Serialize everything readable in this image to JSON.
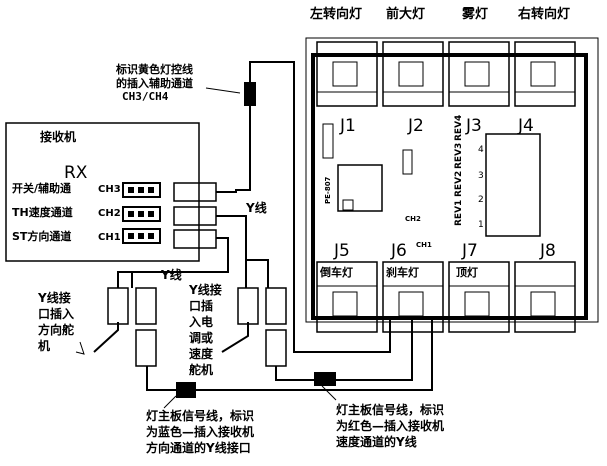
{
  "top_labels": [
    "左转向灯",
    "前大灯",
    "雾灯",
    "右转向灯"
  ],
  "annotation_ch34": [
    "标识黄色灯控线",
    "的插入辅助通道",
    "CH3/CH4"
  ],
  "receiver": {
    "title": "接收机",
    "rx": "RX",
    "channels": [
      {
        "label": "开关/辅助通",
        "ch": "CH3"
      },
      {
        "label": "TH速度通道",
        "ch": "CH2"
      },
      {
        "label": "ST方向通道",
        "ch": "CH1"
      }
    ]
  },
  "y_wire_label": "Y线",
  "y_wire_label_2": "Y线",
  "board": {
    "jacks_top": [
      "J1",
      "J2",
      "J3",
      "J4"
    ],
    "jacks_bottom": [
      "J5",
      "J6",
      "J7",
      "J8"
    ],
    "bottom_functions": [
      "倒车灯",
      "刹车灯",
      "顶灯"
    ],
    "chip_small": "PE-807",
    "ch2_mark": "CH2",
    "ch1_mark": "CH1",
    "rev_labels": [
      "REV1",
      "REV2",
      "REV3",
      "REV4"
    ],
    "dip_numbers": [
      "4",
      "3",
      "2",
      "1"
    ]
  },
  "left_note": [
    "Y线接",
    "口插入",
    "方向舵",
    "机"
  ],
  "center_note": [
    "Y线接",
    "口插",
    "入电",
    "调或",
    "速度",
    "舵机"
  ],
  "bottom_left_note": [
    "灯主板信号线，标识",
    "为蓝色—插入接收机",
    "方向通道的Y线接口"
  ],
  "bottom_right_note": [
    "灯主板信号线，标识",
    "为红色—插入接收机",
    "速度通道的Y线"
  ]
}
